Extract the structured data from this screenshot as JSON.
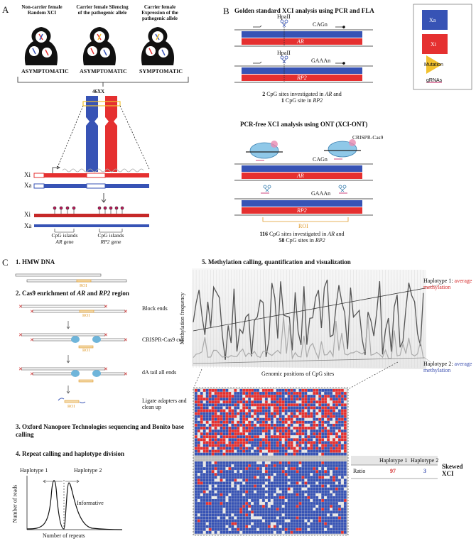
{
  "panelA": {
    "letter": "A",
    "groups": [
      {
        "title": "Non-carrier female Random XCI",
        "status": "ASYMPTOMATIC"
      },
      {
        "title": "Carrier female Silencing of the pathogenic allele",
        "status": "ASYMPTOMATIC"
      },
      {
        "title": "Carrier female Expression of the pathogenic allele",
        "status": "SYMPTOMATIC"
      }
    ],
    "karyotype": "46XX",
    "xi": "Xi",
    "xa": "Xa",
    "cpg_left": "CpG islands",
    "gene_left_name": "AR",
    "gene_left_suffix": "gene",
    "cpg_right": "CpG islands",
    "gene_right_name": "RP2",
    "gene_right_suffix": "gene"
  },
  "panelB": {
    "letter": "B",
    "title_top": "Golden standard XCI analysis using PCR and FLA",
    "enzyme": "HpaII",
    "repeat_ar": "CAGn",
    "repeat_rp2": "GAAAn",
    "gene_ar": "AR",
    "gene_rp2": "RP2",
    "sites_top_line1_num": "2",
    "sites_top_line1_rest": " CpG sites investigated in ",
    "sites_top_line2_num": "1",
    "sites_top_line2_rest": " CpG site in ",
    "title_bottom": "PCR-free XCI analysis using ONT (XCI-ONT)",
    "cas9": "CRISPR-Cas9",
    "roi": "ROI",
    "sites_bottom_line1_num": "116",
    "sites_bottom_line1_rest": " CpG sites investigated in ",
    "sites_bottom_line2_num": "58",
    "sites_bottom_line2_rest": " CpG sites in "
  },
  "legend": {
    "xa": "Xa",
    "xi": "Xi",
    "mutation": "Mutation",
    "grnas": "gRNAs"
  },
  "panelC": {
    "letter": "C",
    "step1": "1. HMW DNA",
    "step2_prefix": "2. Cas9 enrichment of ",
    "step2_ar": "AR",
    "step2_and": " and ",
    "step2_rp2": "RP2",
    "step2_suffix": " region",
    "block_ends": "Block ends",
    "cas9_cut": "CRISPR-Cas9 cut",
    "da_tail": "dA tail all ends",
    "ligate": "Ligate adapters and clean up",
    "roi": "ROI",
    "step3": "3. Oxford Nanopore Technologies sequencing and Bonito base calling",
    "step4": "4. Repeat calling and haplotype division",
    "hap1": "Haplotype 1",
    "hap2": "Haplotype 2",
    "informative": "Informative",
    "ylabel": "Number of reads",
    "xlabel": "Number of repeats",
    "step5": "5. Methylation calling, quantification and visualization",
    "meth_ylabel": "Methylation frequency",
    "meth_xlabel": "Genomic positions of CpG sites",
    "hap1_label": "Haplotype 1: ",
    "hap1_avg": "average methylation",
    "hap2_label": "Haplotype 2: ",
    "hap2_avg": "average methylation",
    "table_h1": "Haplotype 1",
    "table_h2": "Haplotype 2",
    "ratio_label": "Ratio",
    "ratio_h1": "97",
    "ratio_h2": "3",
    "skewed": "Skewed XCI"
  }
}
